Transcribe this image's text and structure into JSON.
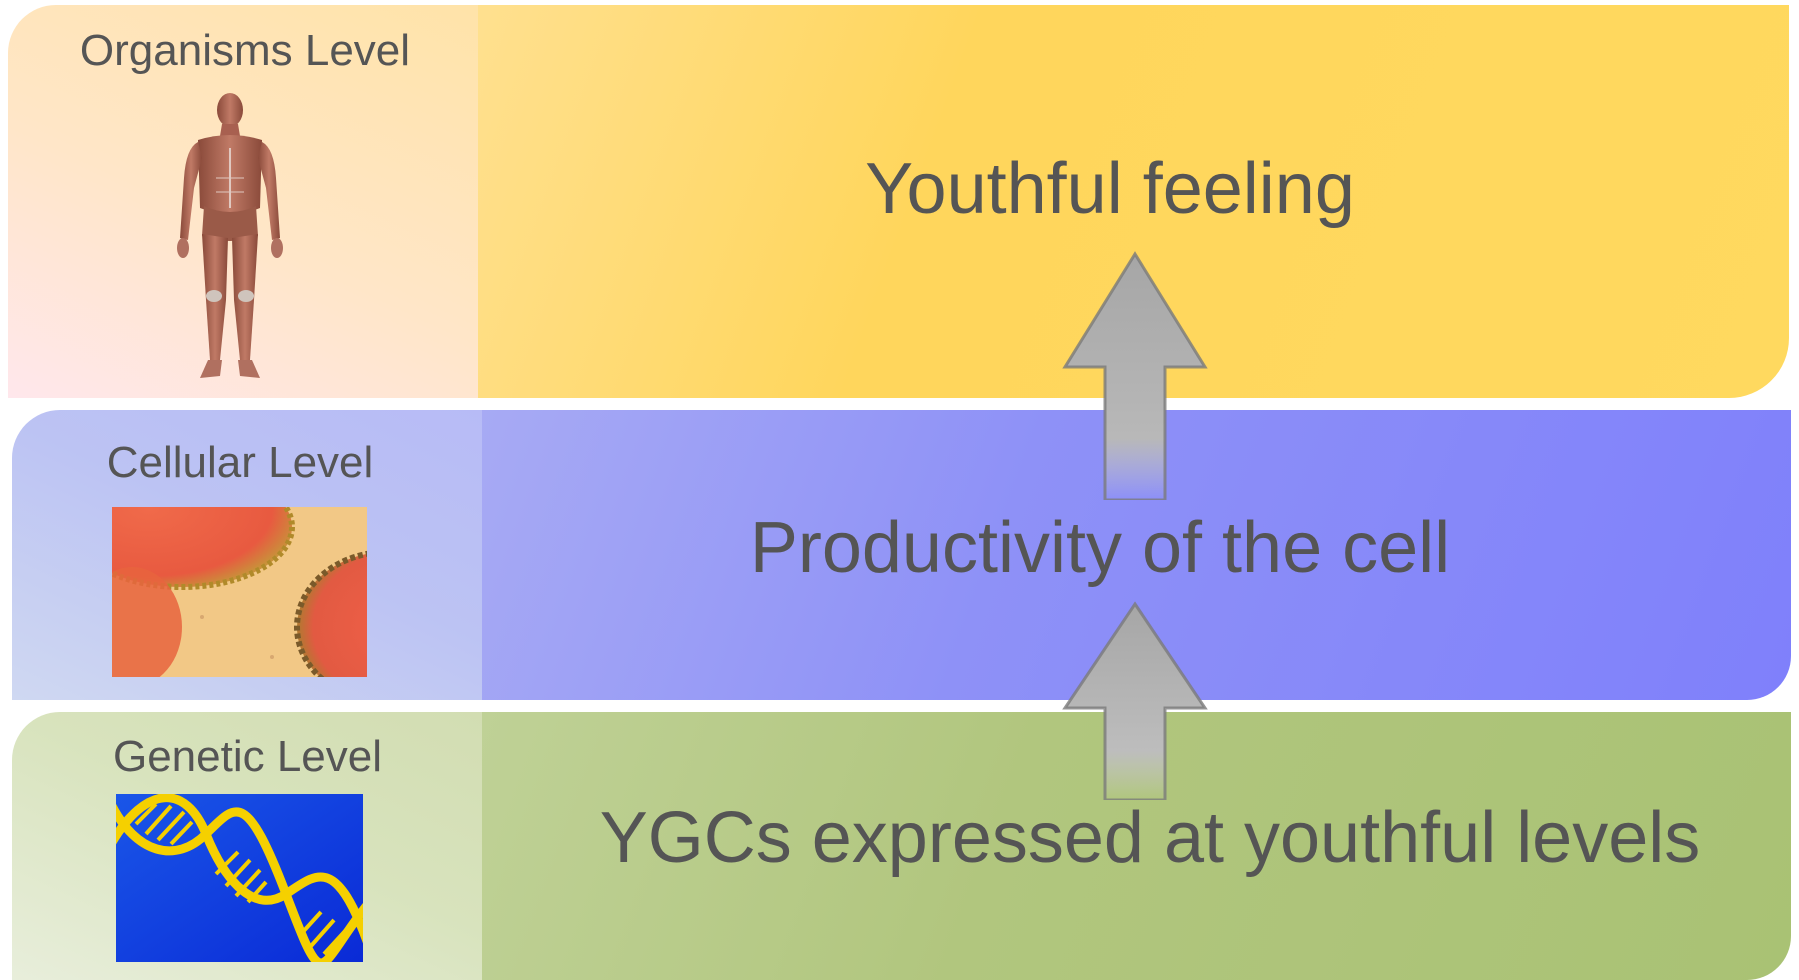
{
  "diagram": {
    "levels": [
      {
        "id": "organisms",
        "label": "Organisms Level",
        "statement": "Youthful feeling"
      },
      {
        "id": "cellular",
        "label": "Cellular Level",
        "statement": "Productivity of the cell"
      },
      {
        "id": "genetic",
        "label": "Genetic Level",
        "statement": "YGCs expressed at youthful levels"
      }
    ]
  },
  "colors": {
    "organisms_band": "#ffd65c",
    "cellular_band": "#8084fa",
    "genetic_band": "#adc478",
    "text": "#555555",
    "arrow": "#a6a6a6"
  },
  "icons": {
    "organisms": "human-anatomy-figure",
    "cellular": "cell-micrograph",
    "genetic": "dna-double-helix"
  }
}
